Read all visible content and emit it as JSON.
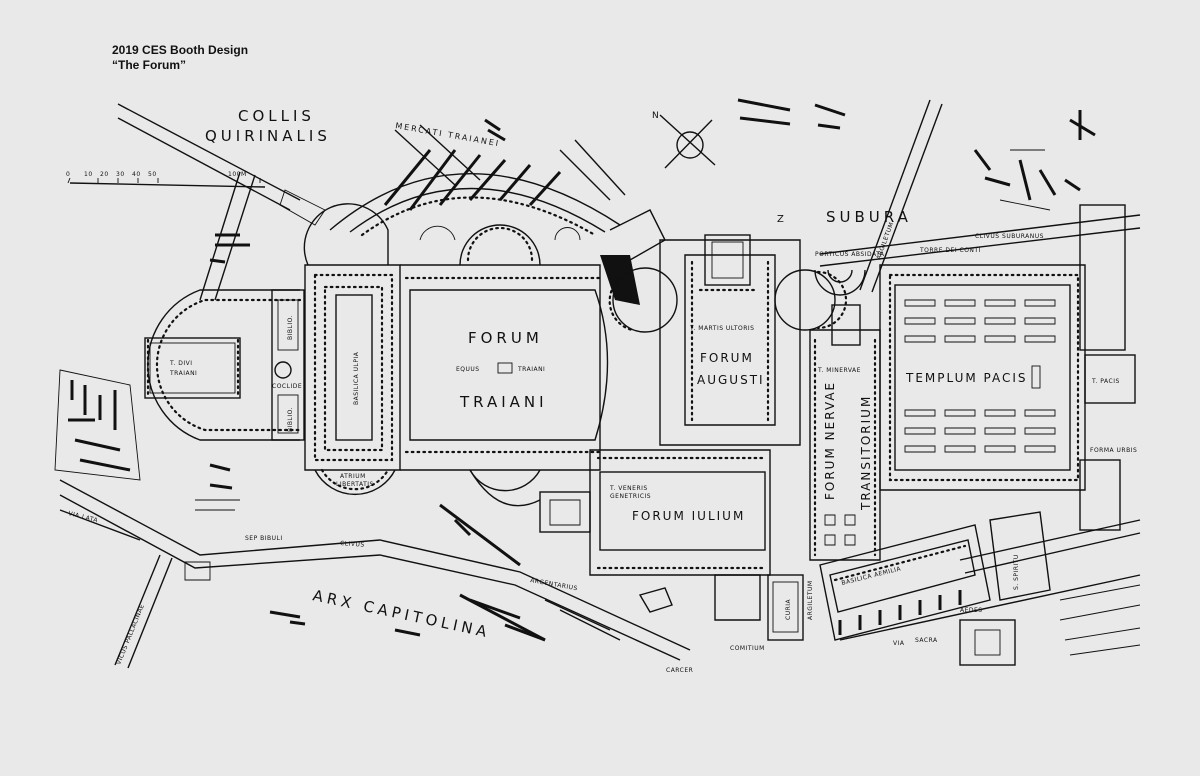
{
  "caption": {
    "line1": "2019 CES Booth Design",
    "line2": "“The Forum”"
  },
  "map": {
    "regions": {
      "collis": "COLLIS",
      "quirinalis": "QUIRINALIS",
      "mercati": "MERCATI TRAIANEI",
      "subura": "SUBURA",
      "subura_prefix": "Z",
      "arx": "ARX CAPITOLINA"
    },
    "forums": {
      "traiani_1": "FORUM",
      "traiani_2": "TRAIANI",
      "augusti_1": "FORUM",
      "augusti_2": "AUGUSTI",
      "iulium": "FORUM IULIUM",
      "nervae": "FORUM NERVAE",
      "transitorium": "TRANSITORIUM",
      "pacis": "TEMPLUM PACIS"
    },
    "labels": {
      "basilica_ulpia": "BASILICA ULPIA",
      "t_divi": "T. DIVI",
      "traiani_small": "TRAIANI",
      "equus": "EQUUS",
      "traiani_equus": "TRAIANI",
      "t_martis": "T. MARTIS ULTORIS",
      "t_veneris_1": "T. VENERIS",
      "t_veneris_2": "GENETRICIS",
      "t_minervae": "T. MINERVAE",
      "t_pacis": "T. PACIS",
      "porticus": "PORTICUS ABSIDATA",
      "torre": "TORRE DEI CONTI",
      "clivus_suburanus": "CLIVUS SUBURANUS",
      "argiletum_top": "ARGILETUM",
      "argiletum": "ARGILETUM",
      "basilica_aemilia": "BASILICA AEMILIA",
      "curia": "CURIA",
      "comitium": "COMITIUM",
      "carcer": "CARCER",
      "clivus": "CLIVUS",
      "sep_bibuli": "SEP BIBULI",
      "via_lata": "VIA LATA",
      "vicus": "VICUS PALLACINAE",
      "forma_urbis": "FORMA URBIS",
      "atrium_1": "ATRIUM",
      "atrium_2": "LIBERTATIS",
      "biblio": "BIBLIO.",
      "coclide": "COCLIDE",
      "sacra": "SACRA",
      "via": "VIA",
      "argentarius": "ARGENTARIUS",
      "st_spiritu": "S. SPIRITU",
      "aedes": "AEDES"
    },
    "scale": [
      "0",
      "10",
      "20",
      "30",
      "40",
      "50",
      "100M"
    ],
    "compass": "N"
  }
}
